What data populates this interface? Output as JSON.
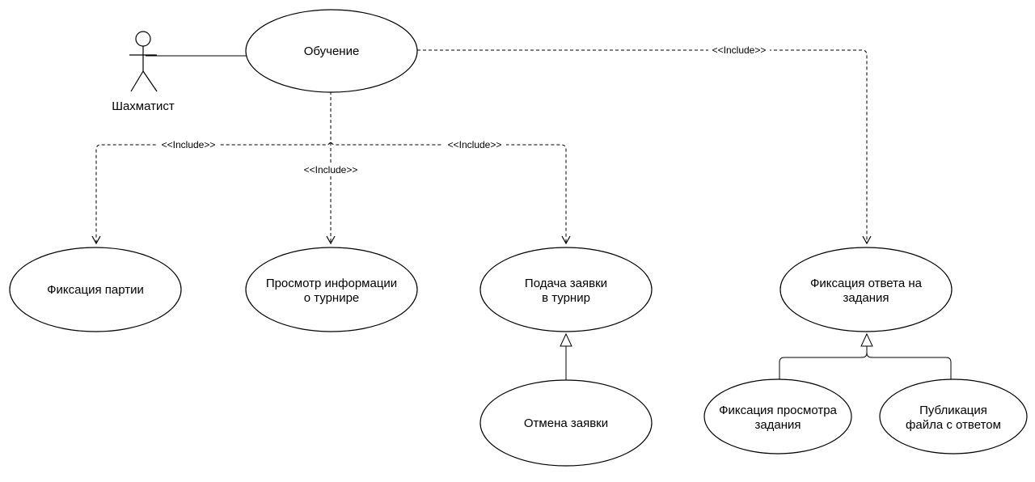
{
  "actor": {
    "name": "Шахматист"
  },
  "use_cases": {
    "training": [
      "Обучение"
    ],
    "game_record": [
      "Фиксация партии"
    ],
    "tournament_info": [
      "Просмотр информации",
      "о турнире"
    ],
    "tournament_application": [
      "Подача заявки",
      "в турнир"
    ],
    "cancel_application": [
      "Отмена заявки"
    ],
    "task_answer": [
      "Фиксация ответа на",
      "задания"
    ],
    "task_view": [
      "Фиксация просмотра",
      "задания"
    ],
    "answer_file": [
      "Публикация",
      "файла с ответом"
    ]
  },
  "relations": {
    "include_label": "<<Include>>"
  }
}
